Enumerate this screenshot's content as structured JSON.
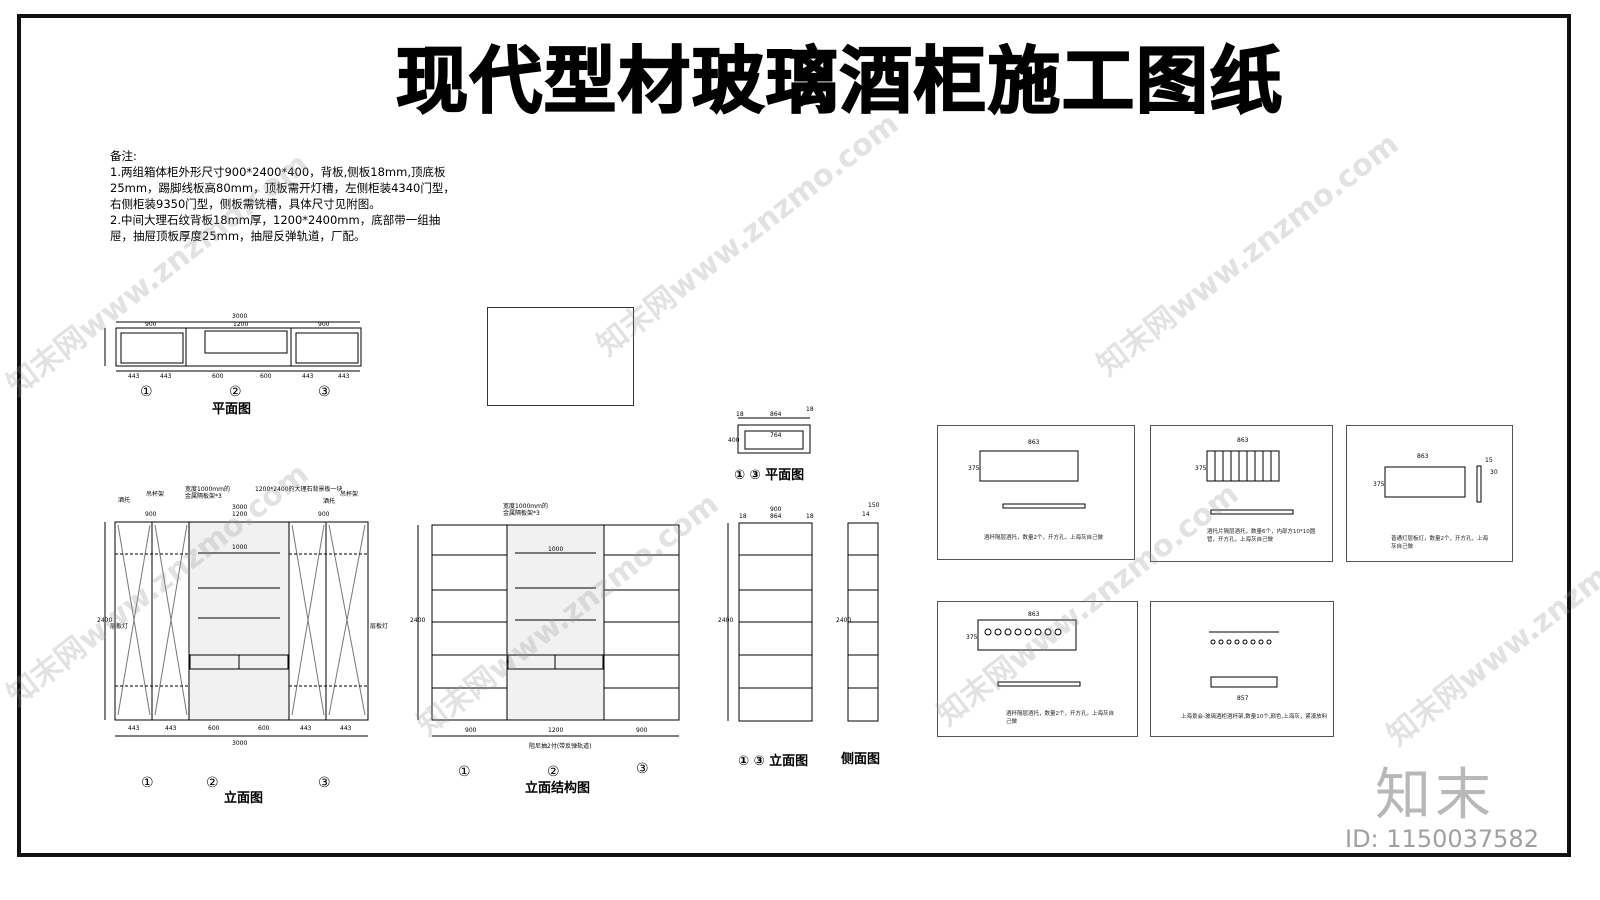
{
  "title": "现代型材玻璃酒柜施工图纸",
  "notes": {
    "heading": "备注:",
    "line1": "1.两组箱体柜外形尺寸900*2400*400，背板,侧板18mm,顶底板25mm，踢脚线板高80mm，顶板需开灯槽，左侧柜装4340门型，右侧柜装9350门型，侧板需铣槽，具体尺寸见附图。",
    "line2": "2.中间大理石纹背板18mm厚，1200*2400mm，底部带一组抽屉，抽屉顶板厚度25mm，抽屉反弹轨道，厂配。"
  },
  "views": {
    "plan": {
      "label": "平面图",
      "dims_top": [
        "3000",
        "900",
        "1200",
        "900"
      ],
      "dims_bottom": [
        "443",
        "443",
        "600",
        "600",
        "443",
        "443"
      ],
      "markers": [
        "①",
        "②",
        "③"
      ]
    },
    "elevation": {
      "label": "立面图",
      "annotations": [
        "酒托",
        "吊杯架",
        "宽度1000mm的",
        "金属隔板架*3",
        "1200*2400的大理石背景板一块",
        "吊杯架",
        "酒托",
        "层板灯",
        "层板灯"
      ],
      "dims": [
        "3000",
        "900",
        "1200",
        "900",
        "1000",
        "2400"
      ],
      "bottom_dims": [
        "443",
        "443",
        "600",
        "600",
        "443",
        "443",
        "3000"
      ],
      "markers": [
        "①",
        "②",
        "③"
      ]
    },
    "structure": {
      "label": "立面结构图",
      "annotations": [
        "宽度1000mm的",
        "金属隔板架*3",
        "阻尼抽2付(带反弹轨道)"
      ],
      "dims": [
        "1000",
        "2400",
        "900",
        "1200",
        "900"
      ],
      "markers": [
        "①",
        "②",
        "③"
      ]
    },
    "side_plan": {
      "label": "① ③ 平面图",
      "dims": [
        "18",
        "864",
        "18",
        "764",
        "400"
      ]
    },
    "side_elev": {
      "label": "① ③ 立面图",
      "dims": [
        "900",
        "18",
        "864",
        "18",
        "2400"
      ]
    },
    "side_view": {
      "label": "侧面图",
      "dims": [
        "150",
        "14",
        "2400"
      ]
    }
  },
  "details": [
    {
      "caption": "酒杯隔层酒托，数量2个，开方孔，上海灰自己做",
      "dims": [
        "863",
        "375"
      ]
    },
    {
      "caption": "酒托片隔层酒托，数量6个，内部方10*10圆管，开方孔，上海灰自己做",
      "dims": [
        "863",
        "375"
      ]
    },
    {
      "caption": "普通灯层板灯，数量2个，开方孔，上海灰自己做",
      "dims": [
        "863",
        "375",
        "15",
        "30"
      ]
    },
    {
      "caption": "酒杯隔层酒托，数量2个，开方孔，上海灰自己做",
      "dims": [
        "863",
        "375"
      ]
    },
    {
      "caption": "上海景会-玻璃酒柜酒杯架,数量10个,颜色,上海灰，紧凑放料",
      "dims": [
        "857"
      ]
    }
  ],
  "watermark": "知末网www.znzmo.com",
  "logo": "知末",
  "id_text": "ID: 1150037582"
}
